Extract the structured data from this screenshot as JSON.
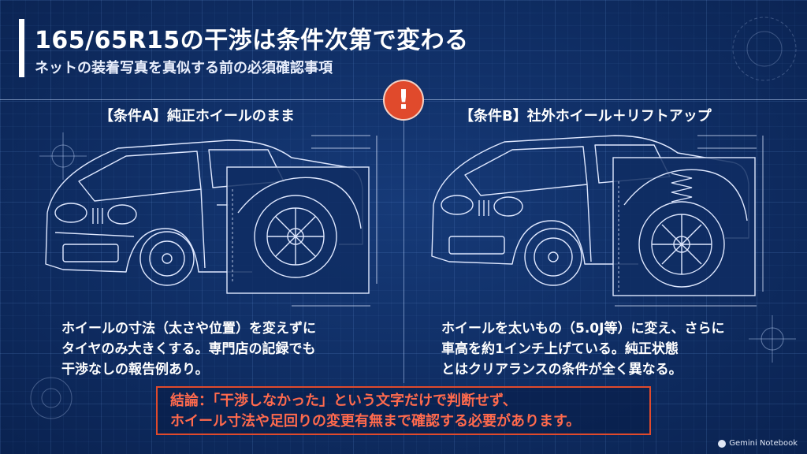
{
  "header": {
    "title": "165/65R15の干渉は条件次第で変わる",
    "subtitle": "ネットの装着写真を真似する前の必須確認事項"
  },
  "alert": {
    "symbol": "!",
    "color": "#e04a2c"
  },
  "condition_a": {
    "label": "【条件A】純正ホイールのまま",
    "lines": [
      "ホイールの寸法（太さや位置）を変えずに",
      "タイヤのみ大きくする。専門店の記録でも",
      "干渉なしの報告例あり。"
    ]
  },
  "condition_b": {
    "label": "【条件B】社外ホイール＋リフトアップ",
    "lines": [
      "ホイールを太いもの（5.0J等）に変え、さらに",
      "車高を約1インチ上げている。純正状態",
      "とはクリアランスの条件が全く異なる。"
    ]
  },
  "conclusion": {
    "lines": [
      "結論：「干渉しなかった」という文字だけで判断せず、",
      "ホイール寸法や足回りの変更有無まで確認する必要があります。"
    ],
    "color": "#ff6a4d"
  },
  "badge": {
    "text": "Gemini Notebook"
  },
  "colors": {
    "background": "#0f2d63",
    "line": "#dfe8ff",
    "accent": "#e04a2c"
  }
}
